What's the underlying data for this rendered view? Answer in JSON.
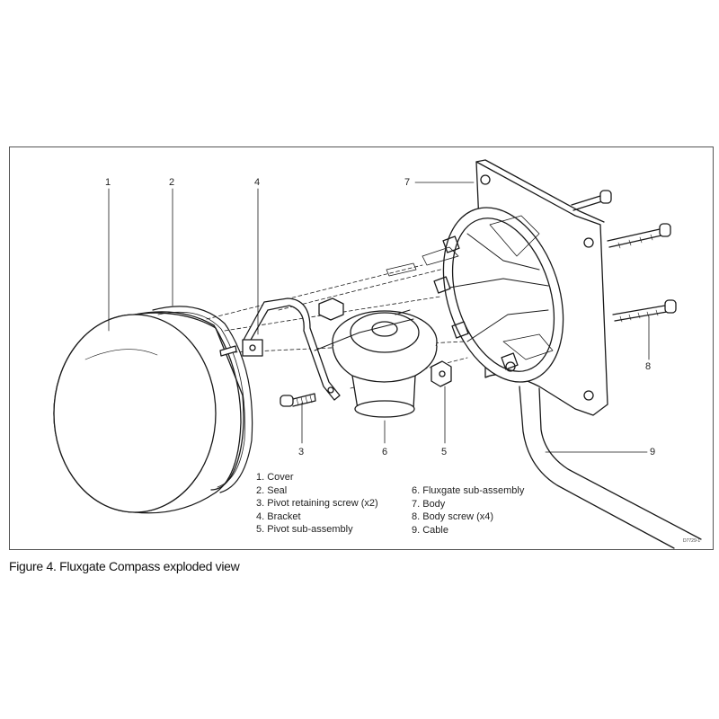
{
  "figure": {
    "caption": "Figure 4. Fluxgate Compass exploded view",
    "drawing_code": "D7729-1",
    "callouts": [
      "1",
      "2",
      "3",
      "4",
      "5",
      "6",
      "7",
      "8",
      "9"
    ],
    "legend_left": [
      "1. Cover",
      "2. Seal",
      "3. Pivot retaining screw (x2)",
      "4. Bracket",
      "5. Pivot sub-assembly"
    ],
    "legend_right": [
      "6. Fluxgate sub-assembly",
      "7. Body",
      "8. Body screw (x4)",
      "9. Cable"
    ]
  },
  "colors": {
    "line": "#1a1a1a",
    "frame": "#555555",
    "background": "#ffffff"
  }
}
